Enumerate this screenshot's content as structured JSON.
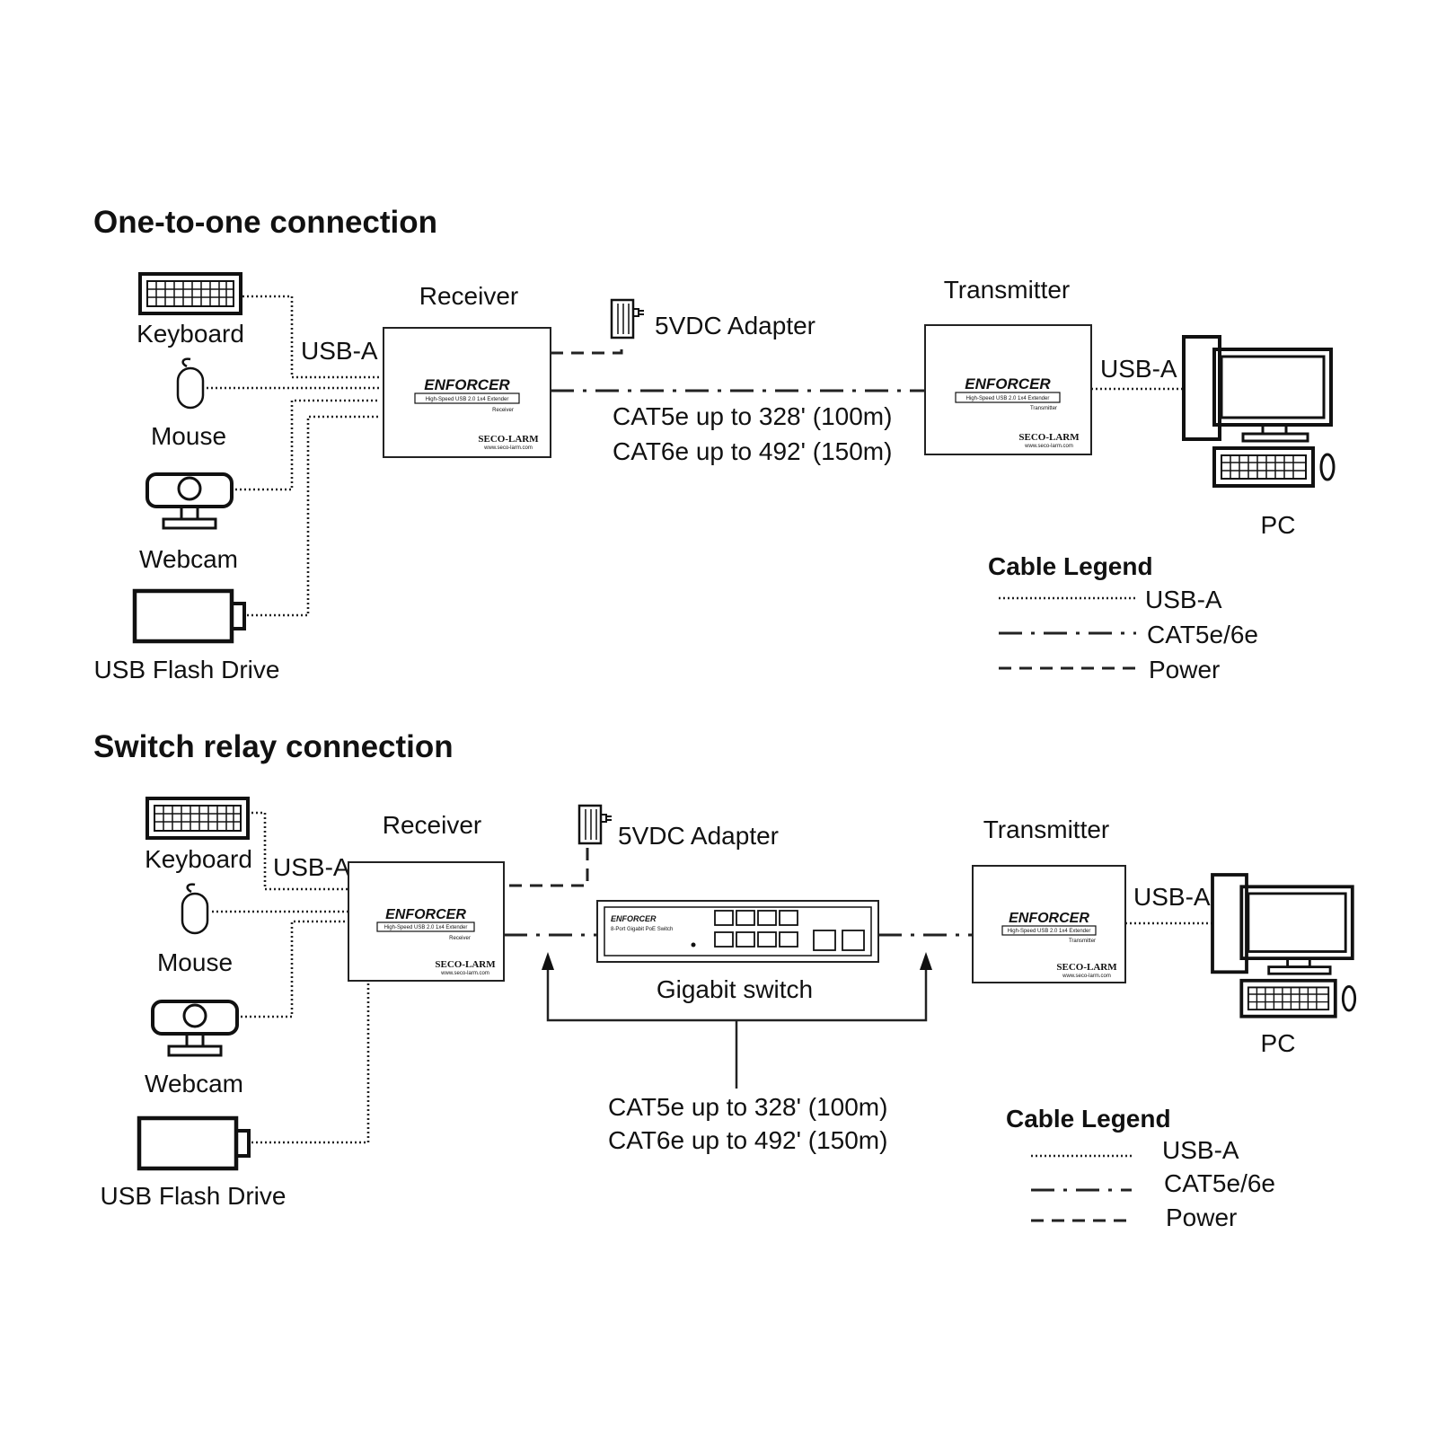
{
  "colors": {
    "ink": "#111111",
    "background": "#ffffff"
  },
  "diagram1": {
    "title": "One-to-one connection",
    "devices": {
      "keyboard": "Keyboard",
      "mouse": "Mouse",
      "webcam": "Webcam",
      "flash": "USB Flash Drive",
      "pc": "PC"
    },
    "receiver": "Receiver",
    "transmitter": "Transmitter",
    "adapter": "5VDC Adapter",
    "usb_left": "USB-A",
    "usb_right": "USB-A",
    "cable_line1": "CAT5e up to 328' (100m)",
    "cable_line2": "CAT6e up to 492' (150m)",
    "legend": {
      "title": "Cable Legend",
      "usb": "USB-A",
      "cat": "CAT5e/6e",
      "power": "Power"
    }
  },
  "diagram2": {
    "title": "Switch relay connection",
    "devices": {
      "keyboard": "Keyboard",
      "mouse": "Mouse",
      "webcam": "Webcam",
      "flash": "USB Flash Drive",
      "pc": "PC"
    },
    "receiver": "Receiver",
    "transmitter": "Transmitter",
    "adapter": "5VDC Adapter",
    "switch": "Gigabit switch",
    "usb_left": "USB-A",
    "usb_right": "USB-A",
    "cable_line1": "CAT5e up to 328' (100m)",
    "cable_line2": "CAT6e up to 492' (150m)",
    "legend": {
      "title": "Cable Legend",
      "usb": "USB-A",
      "cat": "CAT5e/6e",
      "power": "Power"
    }
  },
  "unit_labels": {
    "brand": "ENFORCER",
    "product": "High-Speed USB 2.0 1x4 Extender",
    "receiver_tag": "Receiver",
    "transmitter_tag": "Transmitter",
    "maker": "SECO-LARM",
    "web": "www.seco-larm.com",
    "switch_product": "8-Port Gigabit PoE Switch"
  }
}
